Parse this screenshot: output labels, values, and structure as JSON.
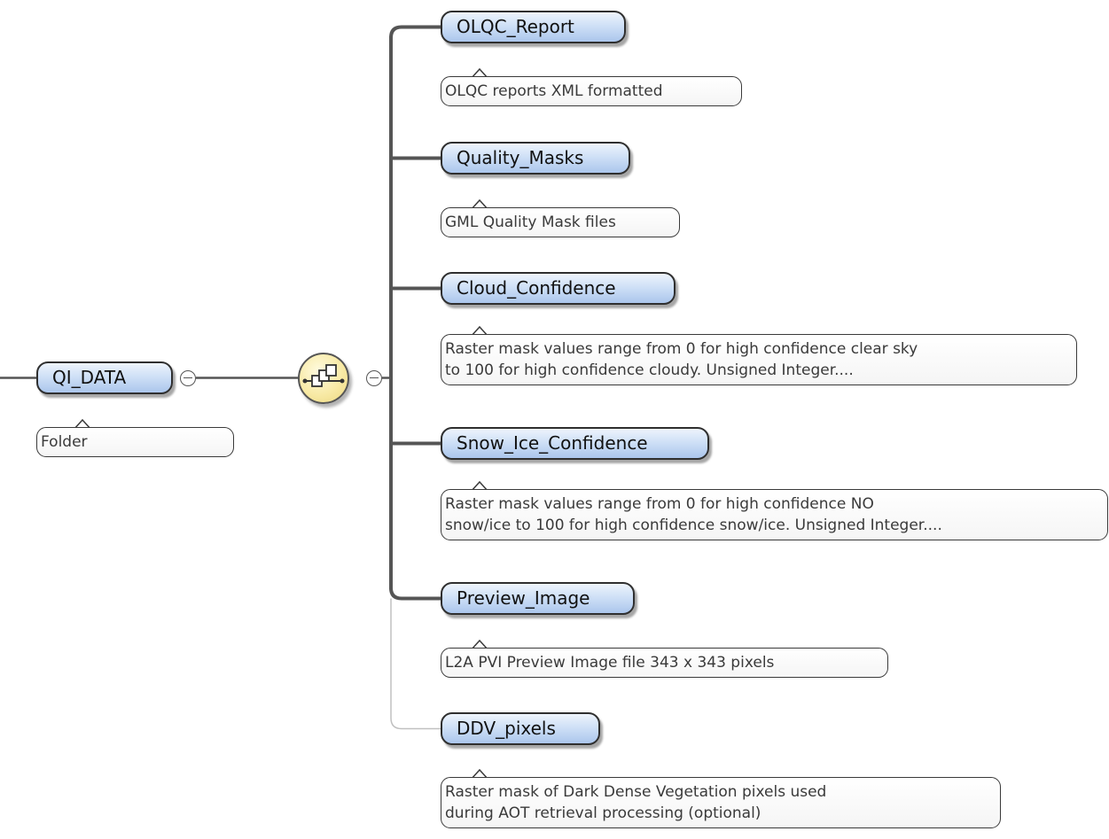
{
  "root": {
    "label": "QI_DATA",
    "note": [
      "Folder"
    ]
  },
  "compositor": {
    "icon": "sequence-compositor-icon",
    "fill": "#f6e8a4"
  },
  "colors": {
    "node_fill_top": "#eef4fc",
    "node_fill_bottom": "#abc6ec",
    "connector": "#555555",
    "optional_connector": "#c0c0c0"
  },
  "children": [
    {
      "label": "OLQC_Report",
      "note": [
        "OLQC reports XML formatted"
      ],
      "optional": false
    },
    {
      "label": "Quality_Masks",
      "note": [
        "GML Quality Mask files"
      ],
      "optional": false
    },
    {
      "label": "Cloud_Confidence",
      "note": [
        "Raster mask values range from 0 for high confidence clear sky",
        "to 100 for high confidence cloudy. Unsigned Integer...."
      ],
      "optional": false
    },
    {
      "label": "Snow_Ice_Confidence",
      "note": [
        "Raster mask values range from 0 for high confidence NO",
        "snow/ice to 100 for high confidence snow/ice. Unsigned Integer...."
      ],
      "optional": false
    },
    {
      "label": "Preview_Image",
      "note": [
        "L2A PVI Preview Image file 343 x 343 pixels"
      ],
      "optional": false
    },
    {
      "label": "DDV_pixels",
      "note": [
        "Raster mask of Dark Dense Vegetation pixels used",
        "during AOT retrieval processing (optional)"
      ],
      "optional": true
    }
  ]
}
